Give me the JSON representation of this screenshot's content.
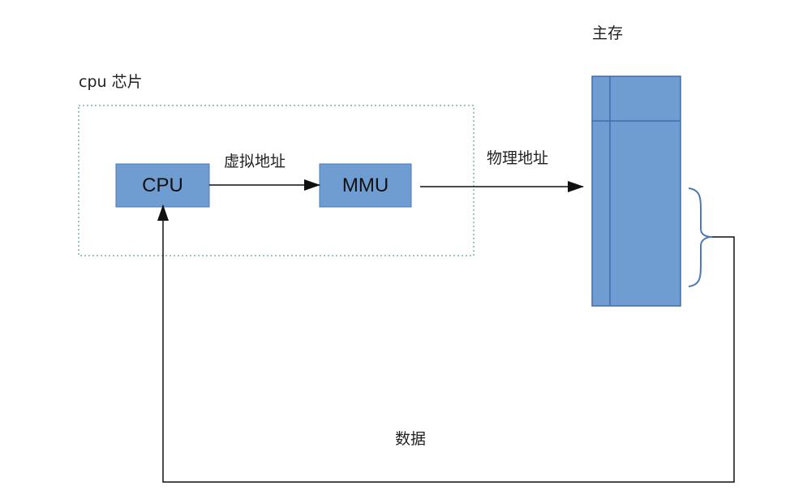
{
  "diagram": {
    "chip_label": "cpu 芯片",
    "cpu_label": "CPU",
    "mmu_label": "MMU",
    "virtual_address_label": "虚拟地址",
    "physical_address_label": "物理地址",
    "main_memory_label": "主存",
    "data_label": "数据"
  },
  "colors": {
    "box_fill": "#6f9dd1",
    "box_stroke": "#4f79b5",
    "memory_fill": "#6f9dd1",
    "memory_stroke": "#3f6fae",
    "chip_border": "#7ab0b0",
    "line": "#111111"
  }
}
